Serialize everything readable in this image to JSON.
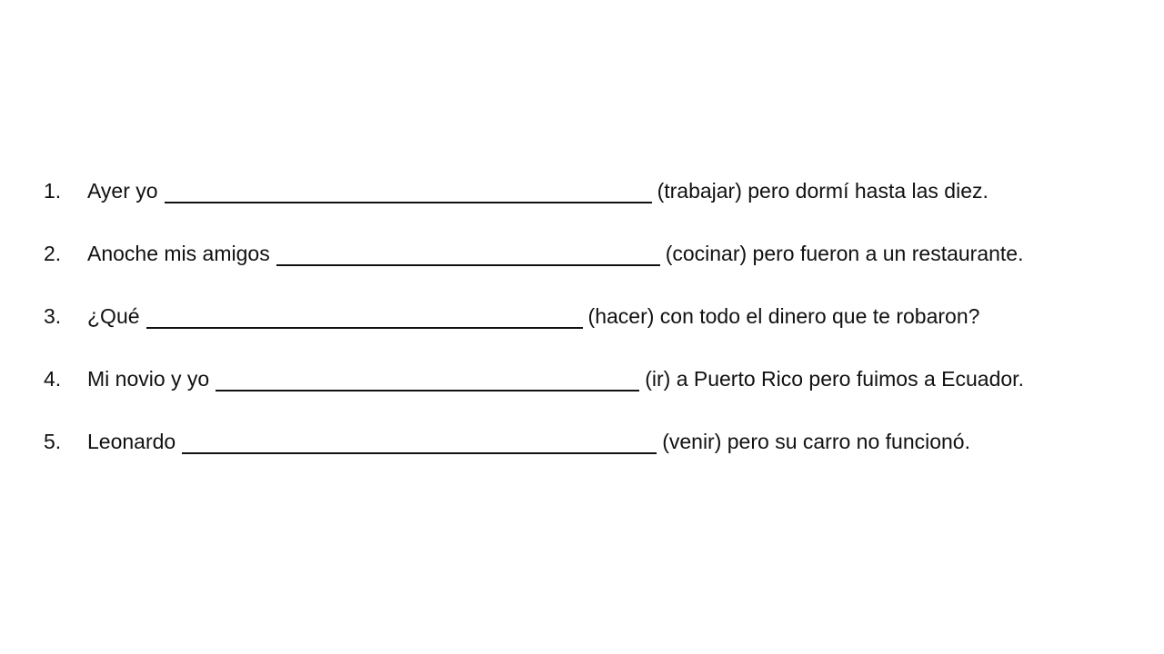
{
  "items": [
    {
      "number": "1.",
      "prefix": "Ayer yo",
      "suffix": "(trabajar) pero dormí hasta las diez."
    },
    {
      "number": "2.",
      "prefix": "Anoche mis amigos",
      "suffix": "(cocinar) pero fueron a un restaurante."
    },
    {
      "number": "3.",
      "prefix": "¿Qué",
      "suffix": "(hacer) con todo el dinero que te robaron?"
    },
    {
      "number": "4.",
      "prefix": "Mi novio y yo",
      "suffix": "(ir) a Puerto Rico pero fuimos a Ecuador."
    },
    {
      "number": "5.",
      "prefix": "Leonardo",
      "suffix": "(venir) pero su carro no funcionó."
    }
  ]
}
